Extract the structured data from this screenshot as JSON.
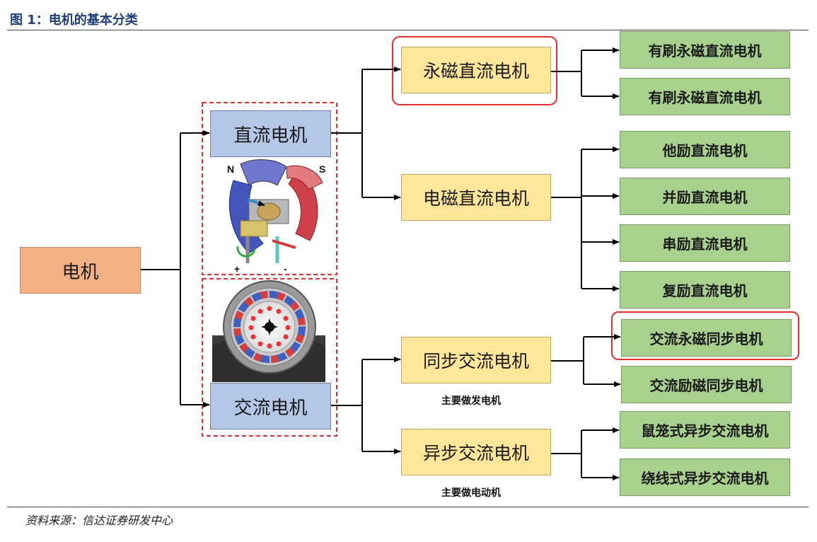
{
  "figure_title": "图 1：电机的基本分类",
  "source": "资料来源：信达证券研发中心",
  "root": "电机",
  "dc": {
    "label": "直流电机",
    "magnet_labels": {
      "north": "N",
      "south": "S",
      "plus": "+",
      "minus": "-"
    },
    "children": [
      {
        "label": "永磁直流电机",
        "highlighted": true,
        "children": [
          "有刷永磁直流电机",
          "有刷永磁直流电机"
        ]
      },
      {
        "label": "电磁直流电机",
        "highlighted": false,
        "children": [
          "他励直流电机",
          "并励直流电机",
          "串励直流电机",
          "复励直流电机"
        ]
      }
    ]
  },
  "ac": {
    "label": "交流电机",
    "children": [
      {
        "label": "同步交流电机",
        "note": "主要做发电机",
        "children": [
          "交流永磁同步电机",
          "交流励磁同步电机"
        ],
        "highlighted_child": 0
      },
      {
        "label": "异步交流电机",
        "note": "主要做电动机",
        "children": [
          "鼠笼式异步交流电机",
          "绕线式异步交流电机"
        ]
      }
    ]
  },
  "colors": {
    "root": "#f4b183",
    "level1": "#b4c7e7",
    "level2": "#ffe699",
    "level3": "#a9d18e",
    "highlight": "#e03030",
    "connector": "#000000"
  }
}
